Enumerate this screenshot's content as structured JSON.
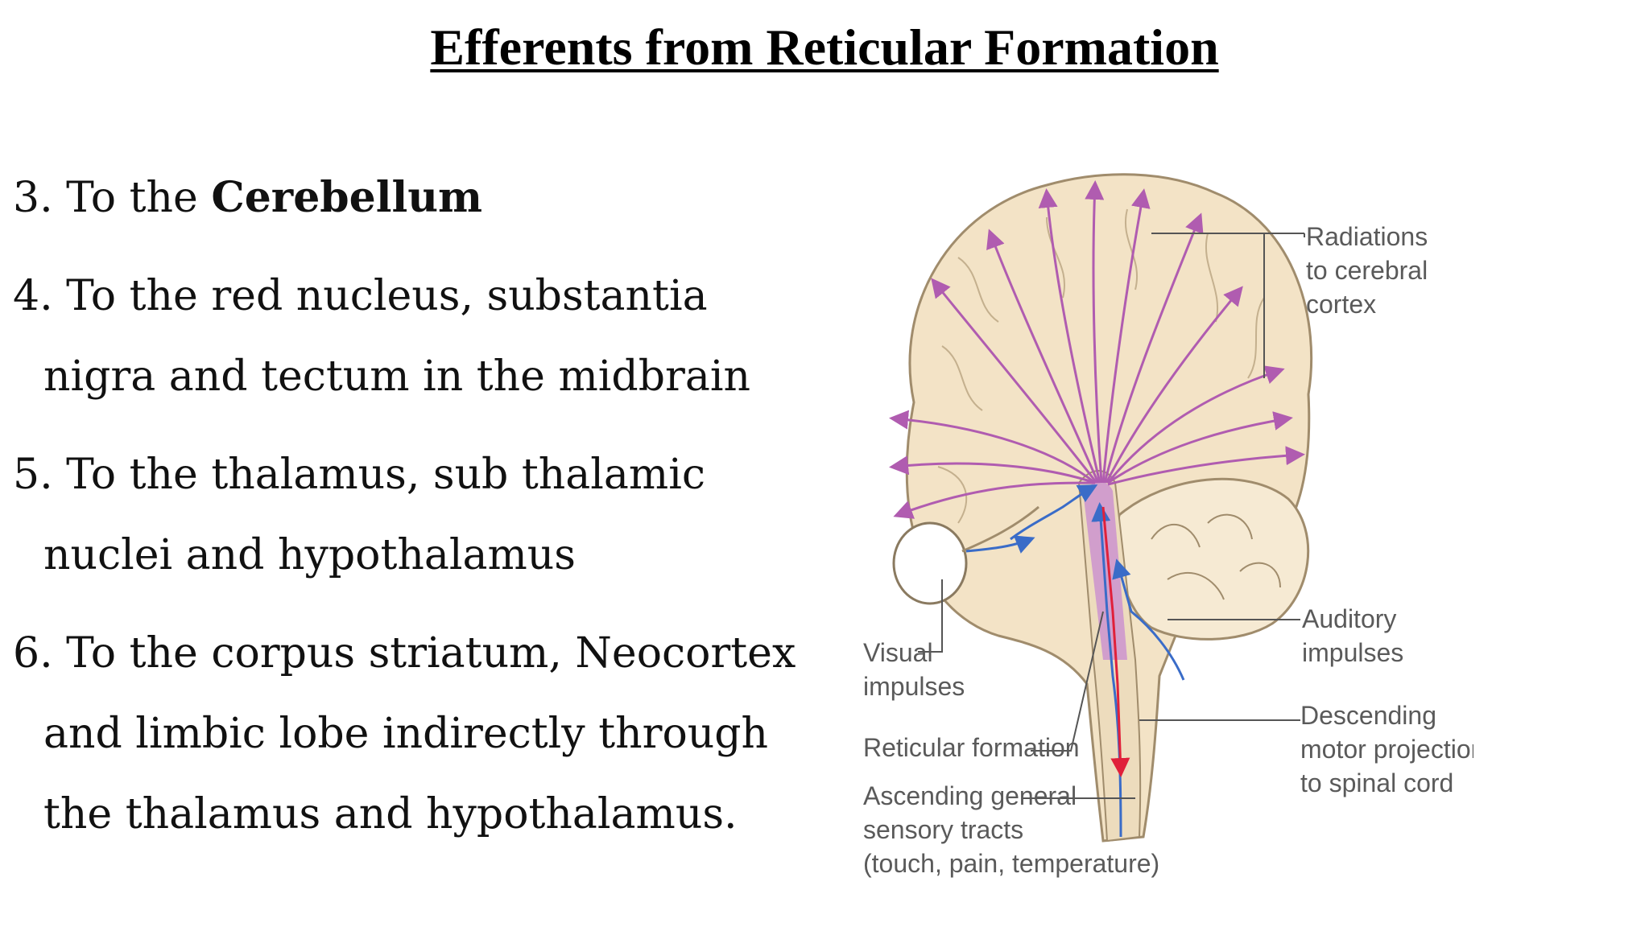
{
  "title": "Efferents from Reticular Formation",
  "points": [
    {
      "prefix": "3. To the ",
      "bold": "Cerebellum"
    },
    {
      "line1": "4. To the red nucleus, substantia",
      "line2": "nigra and tectum in the midbrain"
    },
    {
      "line1": "5. To the thalamus, sub thalamic",
      "line2": "nuclei and hypothalamus"
    },
    {
      "line1": "6. To the corpus striatum, Neocortex",
      "line2": "and limbic lobe indirectly through",
      "line3": "the thalamus and hypothalamus."
    }
  ],
  "figure": {
    "labels": {
      "radiations": [
        "Radiations",
        "to cerebral",
        "cortex"
      ],
      "auditory": [
        "Auditory",
        "impulses"
      ],
      "descending": [
        "Descending",
        "motor projections",
        "to spinal cord"
      ],
      "visual": [
        "Visual",
        "impulses"
      ],
      "reticular": "Reticular formation",
      "ascending": [
        "Ascending general",
        "sensory tracts",
        "(touch, pain, temperature)"
      ]
    },
    "colors": {
      "brain": "#f3e3c6",
      "outline": "#a08c6c",
      "radiation": "#b05cb0",
      "ascending": "#3a6cc8",
      "descending": "#e0203a"
    }
  }
}
